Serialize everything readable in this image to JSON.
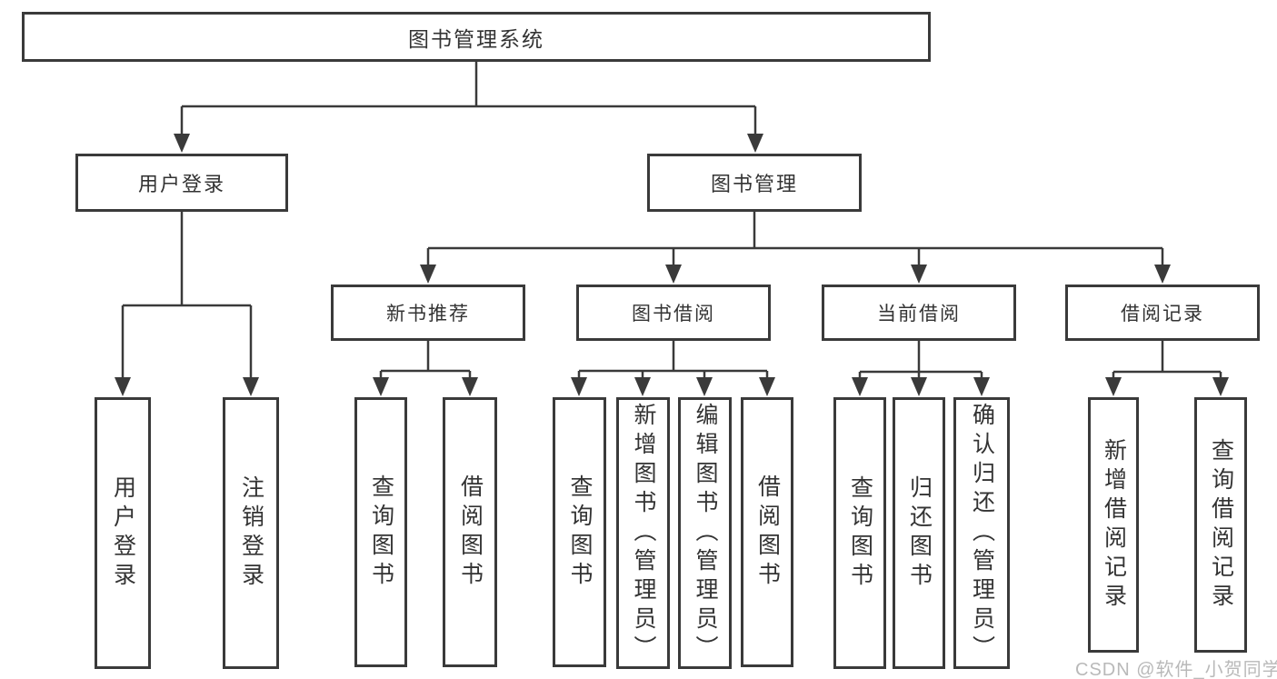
{
  "diagram": {
    "tree": {
      "root": "图书管理系统",
      "branches": [
        {
          "label": "用户登录",
          "children": [
            "用户登录",
            "注销登录"
          ]
        },
        {
          "label": "图书管理",
          "groups": [
            {
              "label": "新书推荐",
              "children": [
                "查询图书",
                "借阅图书"
              ]
            },
            {
              "label": "图书借阅",
              "children": [
                "查询图书",
                "新增图书（管理员）",
                "编辑图书（管理员）",
                "借阅图书"
              ]
            },
            {
              "label": "当前借阅",
              "children": [
                "查询图书",
                "归还图书",
                "确认归还（管理员）"
              ]
            },
            {
              "label": "借阅记录",
              "children": [
                "新增借阅记录",
                "查询借阅记录"
              ]
            }
          ]
        }
      ]
    },
    "colors": {
      "line": "#3a3a3a",
      "box_border": "#3a3a3a",
      "text": "#333333",
      "background": "#ffffff",
      "watermark": "#b9b9b9"
    }
  },
  "watermark": {
    "text": "CSDN @软件_小贺同学"
  }
}
